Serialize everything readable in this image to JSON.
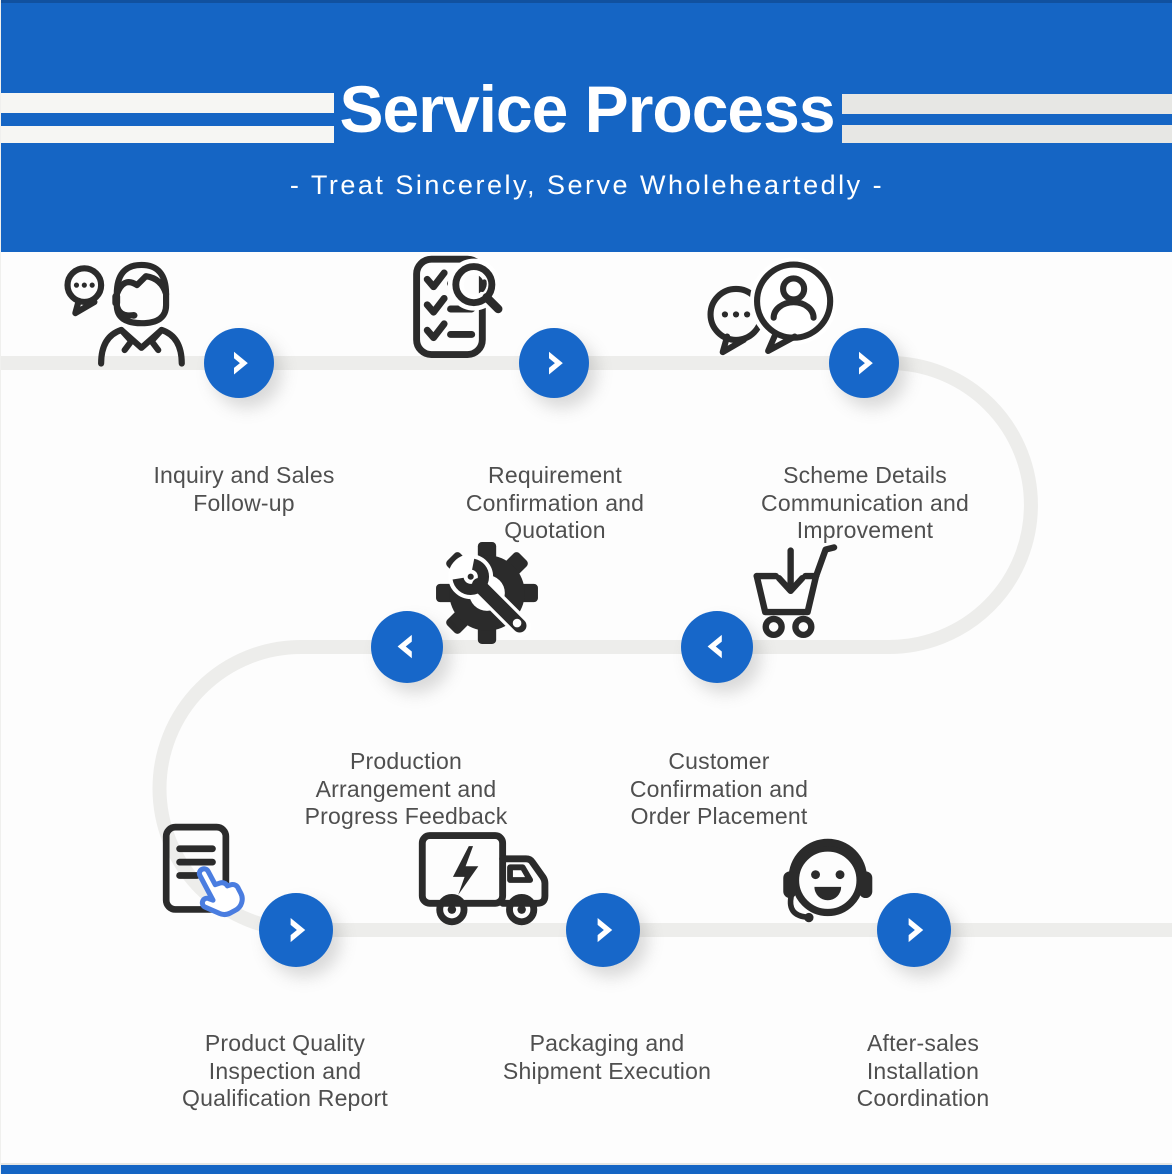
{
  "header": {
    "title": "Service Process",
    "subtitle": "- Treat Sincerely, Serve Wholeheartedly -"
  },
  "steps": [
    {
      "label": "Inquiry and Sales\nFollow-up",
      "icon": "support-agent-icon",
      "arrow": "right"
    },
    {
      "label": "Requirement\nConfirmation and\nQuotation",
      "icon": "checklist-magnifier-icon",
      "arrow": "right"
    },
    {
      "label": "Scheme Details\nCommunication and\nImprovement",
      "icon": "chat-bubbles-person-icon",
      "arrow": "right"
    },
    {
      "label": "Customer\nConfirmation and\nOrder Placement",
      "icon": "cart-download-icon",
      "arrow": "left"
    },
    {
      "label": "Production\nArrangement and\nProgress Feedback",
      "icon": "gear-wrench-icon",
      "arrow": "left"
    },
    {
      "label": "Product Quality\nInspection and\nQualification Report",
      "icon": "document-click-icon",
      "arrow": "right"
    },
    {
      "label": "Packaging and\nShipment Execution",
      "icon": "truck-lightning-icon",
      "arrow": "right"
    },
    {
      "label": "After-sales\nInstallation\nCoordination",
      "icon": "headset-support-icon",
      "arrow": "right"
    }
  ],
  "colors": {
    "header_blue": "#1565c4",
    "arrow_circle_blue": "#1767c9",
    "flow_path_gray": "#ededeb",
    "icon_stroke_dark": "#2b2b2b",
    "hand_pointer_blue": "#4a7de0",
    "label_text_gray": "#4f4f4f",
    "left_stripe_white": "#f6f6f3",
    "right_stripe_gray": "#e7e7e4"
  }
}
